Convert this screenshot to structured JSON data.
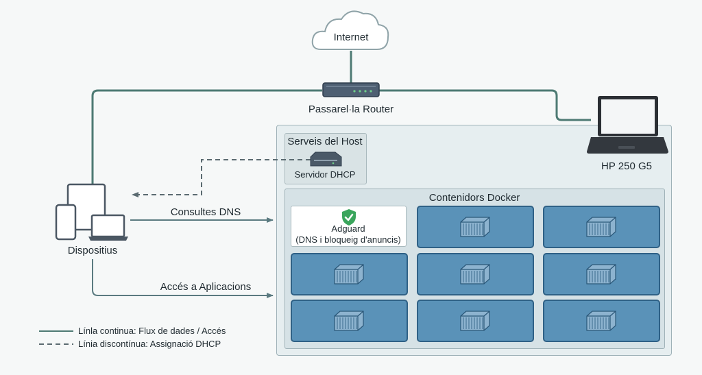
{
  "internet": {
    "label": "Internet"
  },
  "router": {
    "label": "Passarel·la Router"
  },
  "laptop": {
    "label": "HP 250 G5"
  },
  "host_services": {
    "title": "Serveis del Host",
    "dhcp_label": "Servidor DHCP"
  },
  "devices": {
    "label": "Dispositius"
  },
  "edges": {
    "dns_queries": "Consultes DNS",
    "app_access": "Accés a Aplicacions"
  },
  "docker": {
    "title": "Contenidors Docker",
    "adguard_name": "Adguard",
    "adguard_desc": "(DNS i bloqueig d'anuncis)"
  },
  "legend": {
    "solid": "Línla continua: Flux de dades / Accés",
    "dashed": "Línia discontínua: Assignació DHCP"
  },
  "colors": {
    "line": "#4d7a73",
    "container_fill": "#5a92b8",
    "container_border": "#2f6186",
    "dashed": "#5a6a70",
    "shield": "#3aa55c"
  },
  "icons": [
    "cloud-icon",
    "router-icon",
    "laptop-icon",
    "server-icon",
    "devices-icon",
    "shield-check-icon",
    "container-icon"
  ]
}
